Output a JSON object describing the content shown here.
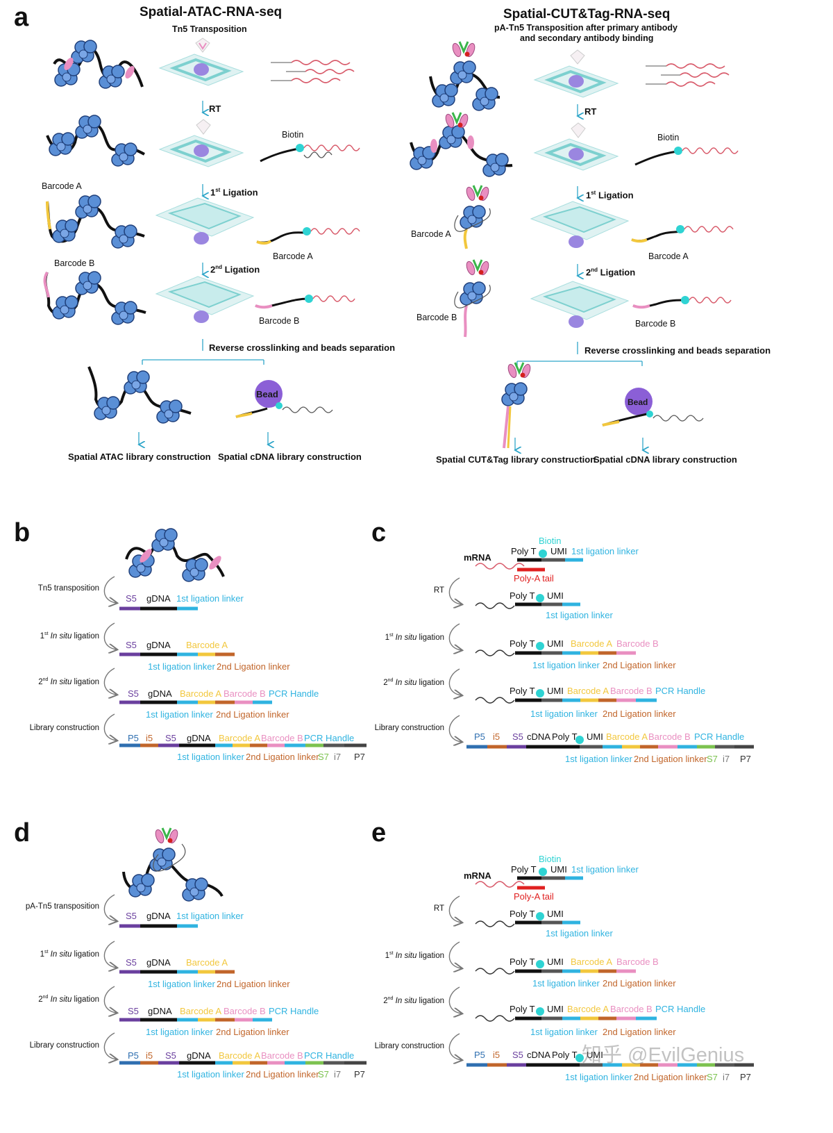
{
  "panel_letters": {
    "a": "a",
    "b": "b",
    "c": "c",
    "d": "d",
    "e": "e"
  },
  "colors": {
    "purple": "#6a3f9e",
    "black": "#111111",
    "cyan": "#2fb3e0",
    "yellow": "#f2c73d",
    "orange": "#c1652a",
    "pink": "#e98fc1",
    "green": "#7cc24f",
    "gray": "#555555",
    "blue": "#2f6fb0",
    "red": "#e02020",
    "darkgray": "#444444",
    "nucleosome": "#5a8fd6",
    "bead": "#8b5fd6",
    "atac_lbl_yellow": "#f2c73d"
  },
  "panel_a": {
    "left": {
      "title": "Spatial-ATAC-RNA-seq",
      "subtitle": "Tn5 Transposition",
      "step_rt": "RT",
      "biotin": "Biotin",
      "barcode_a": "Barcode A",
      "step_lig1": "1st Ligation",
      "step_lig1_sup": "st",
      "barcode_a2": "Barcode A",
      "barcode_b": "Barcode B",
      "step_lig2": "2nd Ligation",
      "barcode_b2": "Barcode B",
      "reverse": "Reverse crosslinking and beads separation",
      "bead": "Bead",
      "out1": "Spatial ATAC library construction",
      "out2": "Spatial cDNA library construction"
    },
    "right": {
      "title": "Spatial-CUT&Tag-RNA-seq",
      "subtitle1": "pA-Tn5 Transposition after primary antibody",
      "subtitle2": "and secondary antibody binding",
      "step_rt": "RT",
      "biotin": "Biotin",
      "step_lig1": "1st Ligation",
      "barcode_a": "Barcode A",
      "barcode_a2": "Barcode A",
      "step_lig2": "2nd Ligation",
      "barcode_b": "Barcode B",
      "barcode_b2": "Barcode B",
      "reverse": "Reverse crosslinking and beads separation",
      "bead": "Bead",
      "out1": "Spatial CUT&Tag library construction",
      "out2": "Spatial cDNA library construction"
    }
  },
  "panel_b": {
    "side_labels": [
      "Tn5 transposition",
      "1st In situ ligation",
      "2nd In situ ligation",
      "Library construction"
    ],
    "row1": {
      "s5": "S5",
      "gdna": "gDNA",
      "linker": "1st ligation linker"
    },
    "row2": {
      "s5": "S5",
      "gdna": "gDNA",
      "bc_a": "Barcode A",
      "sub1": "1st ligation linker",
      "sub2": "2nd Ligation linker"
    },
    "row3": {
      "s5": "S5",
      "gdna": "gDNA",
      "bc_a": "Barcode A",
      "bc_b": "Barcode B",
      "pcr": "PCR Handle",
      "sub1": "1st ligation linker",
      "sub2": "2nd Ligation linker"
    },
    "row4": {
      "p5": "P5",
      "i5": "i5",
      "s5": "S5",
      "gdna": "gDNA",
      "bc_a": "Barcode A",
      "bc_b": "Barcode B",
      "pcr": "PCR Handle",
      "sub1": "1st ligation linker",
      "sub2": "2nd Ligation linker",
      "s7": "S7",
      "i7": "i7",
      "p7": "P7"
    }
  },
  "panel_c": {
    "mrna": "mRNA",
    "biotin": "Biotin",
    "side_labels": [
      "RT",
      "1st In situ ligation",
      "2nd In situ ligation",
      "Library construction"
    ],
    "row0": {
      "polyt": "Poly T",
      "umi": "UMI",
      "linker": "1st ligation linker",
      "polya": "Poly-A tail"
    },
    "row1": {
      "polyt": "Poly T",
      "umi": "UMI",
      "sub1": "1st ligation linker"
    },
    "row2": {
      "polyt": "Poly T",
      "umi": "UMI",
      "bc_a": "Barcode A",
      "bc_b": "Barcode B",
      "sub1": "1st ligation linker",
      "sub2": "2nd Ligation linker"
    },
    "row3": {
      "polyt": "Poly T",
      "umi": "UMI",
      "bc_a": "Barcode A",
      "bc_b": "Barcode B",
      "pcr": "PCR Handle",
      "sub1": "1st ligation linker",
      "sub2": "2nd Ligation linker"
    },
    "row4": {
      "p5": "P5",
      "i5": "i5",
      "s5": "S5",
      "cdna": "cDNA",
      "polyt": "Poly T",
      "umi": "UMI",
      "bc_a": "Barcode A",
      "bc_b": "Barcode B",
      "pcr": "PCR Handle",
      "sub1": "1st ligation linker",
      "sub2": "2nd Ligation linker",
      "s7": "S7",
      "i7": "i7",
      "p7": "P7"
    }
  },
  "panel_d": {
    "side_labels": [
      "pA-Tn5 transposition",
      "1st In situ ligation",
      "2nd In situ ligation",
      "Library construction"
    ],
    "row1": {
      "s5": "S5",
      "gdna": "gDNA",
      "linker": "1st ligation linker"
    },
    "row2": {
      "s5": "S5",
      "gdna": "gDNA",
      "bc_a": "Barcode A",
      "sub1": "1st ligation linker",
      "sub2": "2nd Ligation linker"
    },
    "row3": {
      "s5": "S5",
      "gdna": "gDNA",
      "bc_a": "Barcode A",
      "bc_b": "Barcode B",
      "pcr": "PCR Handle",
      "sub1": "1st ligation linker",
      "sub2": "2nd Ligation linker"
    },
    "row4": {
      "p5": "P5",
      "i5": "i5",
      "s5": "S5",
      "gdna": "gDNA",
      "bc_a": "Barcode A",
      "bc_b": "Barcode B",
      "pcr": "PCR Handle",
      "sub1": "1st ligation linker",
      "sub2": "2nd Ligation linker",
      "s7": "S7",
      "i7": "i7",
      "p7": "P7"
    }
  },
  "panel_e": {
    "mrna": "mRNA",
    "biotin": "Biotin",
    "side_labels": [
      "RT",
      "1st In situ ligation",
      "2nd In situ ligation",
      "Library construction"
    ],
    "row0": {
      "polyt": "Poly T",
      "umi": "UMI",
      "linker": "1st ligation linker",
      "polya": "Poly-A tail"
    },
    "row1": {
      "polyt": "Poly T",
      "umi": "UMI",
      "sub1": "1st ligation linker"
    },
    "row2": {
      "polyt": "Poly T",
      "umi": "UMI",
      "bc_a": "Barcode A",
      "bc_b": "Barcode B",
      "sub1": "1st ligation linker",
      "sub2": "2nd Ligation linker"
    },
    "row3": {
      "polyt": "Poly T",
      "umi": "UMI",
      "bc_a": "Barcode A",
      "bc_b": "Barcode B",
      "pcr": "PCR Handle",
      "sub1": "1st ligation linker",
      "sub2": "2nd Ligation linker"
    },
    "row4": {
      "p5": "P5",
      "i5": "i5",
      "s5": "S5",
      "cdna": "cDNA",
      "polyt": "Poly T",
      "umi": "UMI",
      "sub1": "1st ligation linker",
      "sub2": "2nd Ligation linker",
      "s7": "S7",
      "i7": "i7",
      "p7": "P7"
    }
  },
  "watermark": "知乎 @EvilGenius"
}
